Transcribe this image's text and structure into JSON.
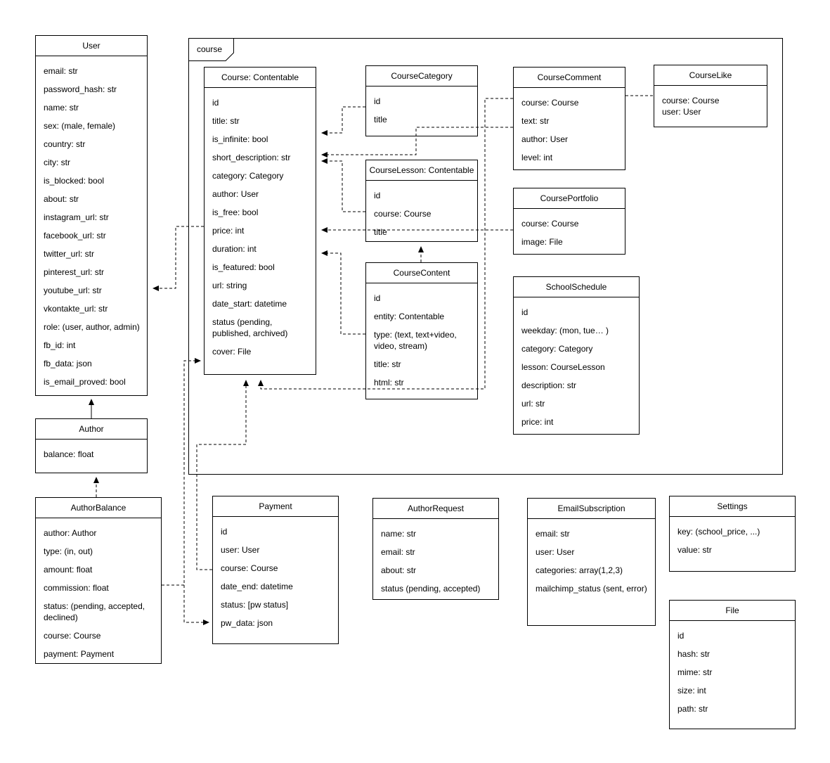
{
  "diagram": {
    "package_label": "course",
    "colors": {
      "background": "#ffffff",
      "line": "#000000",
      "box_border": "#000000",
      "box_fill": "#ffffff",
      "text": "#000000"
    }
  },
  "entities": {
    "user": {
      "title": "User",
      "attributes": [
        "email: str",
        "password_hash: str",
        "name: str",
        "sex: (male, female)",
        "country: str",
        "city: str",
        "is_blocked: bool",
        "about: str",
        "instagram_url: str",
        "facebook_url: str",
        "twitter_url: str",
        "pinterest_url: str",
        "youtube_url: str",
        "vkontakte_url: str",
        "role: (user, author, admin)",
        "fb_id: int",
        "fb_data: json",
        "is_email_proved: bool"
      ]
    },
    "author": {
      "title": "Author",
      "attributes": [
        "balance: float"
      ]
    },
    "author_balance": {
      "title": "AuthorBalance",
      "attributes": [
        "author: Author",
        "type: (in, out)",
        "amount: float",
        "commission: float",
        "status: (pending, accepted, declined)",
        "course: Course",
        "payment: Payment"
      ]
    },
    "course": {
      "title": "Course: Contentable",
      "attributes": [
        "id",
        "title: str",
        "is_infinite: bool",
        "short_description: str",
        "category: Category",
        "author: User",
        "is_free: bool",
        "price: int",
        "duration: int",
        "is_featured: bool",
        "url: string",
        "date_start: datetime",
        "status (pending, published, archived)",
        "cover: File"
      ]
    },
    "course_category": {
      "title": "CourseCategory",
      "attributes": [
        "id",
        "title"
      ]
    },
    "course_lesson": {
      "title": "CourseLesson: Contentable",
      "attributes": [
        "id",
        "course: Course",
        "title"
      ]
    },
    "course_content": {
      "title": "CourseContent",
      "attributes": [
        "id",
        "entity: Contentable",
        "type: (text, text+video, video, stream)",
        "title: str",
        "html: str"
      ]
    },
    "course_comment": {
      "title": "CourseComment",
      "attributes": [
        "course: Course",
        "text: str",
        "author: User",
        "level: int"
      ]
    },
    "course_like": {
      "title": "CourseLike",
      "attributes": [
        "course: Course",
        "user: User"
      ]
    },
    "course_portfolio": {
      "title": "CoursePortfolio",
      "attributes": [
        "course: Course",
        "image: File"
      ]
    },
    "school_schedule": {
      "title": "SchoolSchedule",
      "attributes": [
        "id",
        "weekday: (mon, tue… )",
        "category: Category",
        "lesson: CourseLesson",
        "description: str",
        "url: str",
        "price: int"
      ]
    },
    "payment": {
      "title": "Payment",
      "attributes": [
        "id",
        "user: User",
        "course: Course",
        "date_end: datetime",
        "status: [pw status]",
        "pw_data: json"
      ]
    },
    "author_request": {
      "title": "AuthorRequest",
      "attributes": [
        "name: str",
        "email: str",
        "about: str",
        "status (pending, accepted)"
      ]
    },
    "email_subscription": {
      "title": "EmailSubscription",
      "attributes": [
        "email: str",
        "user: User",
        "categories: array(1,2,3)",
        "mailchimp_status (sent, error)"
      ]
    },
    "settings": {
      "title": "Settings",
      "attributes": [
        "key: (school_price, ...)",
        "value: str"
      ]
    },
    "file": {
      "title": "File",
      "attributes": [
        "id",
        "hash: str",
        "mime: str",
        "size: int",
        "path: str"
      ]
    }
  }
}
